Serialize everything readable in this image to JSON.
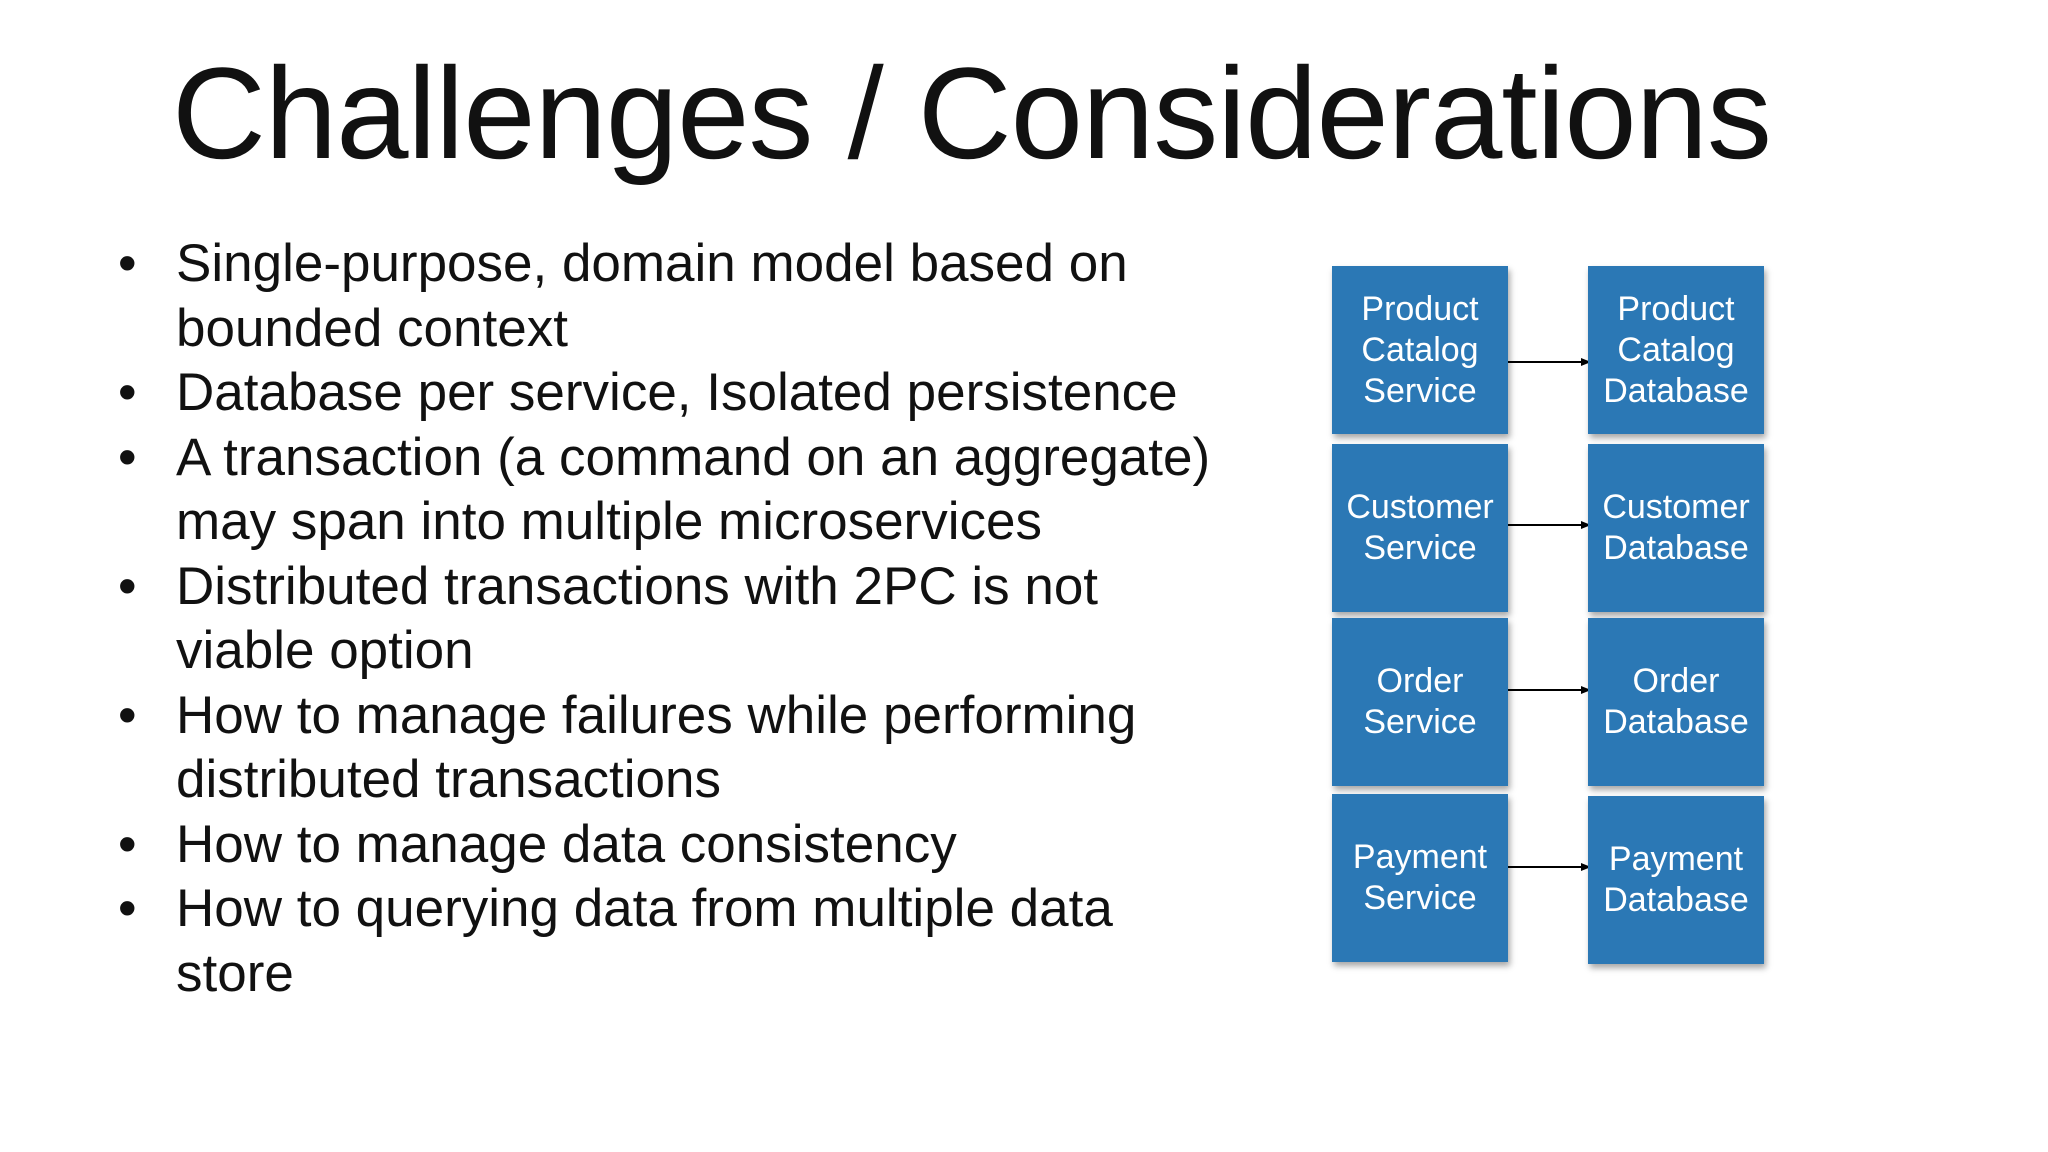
{
  "slide": {
    "title": "Challenges / Considerations",
    "bullet_symbol": "•",
    "bullets": [
      [
        "Single-purpose, domain model based on",
        "bounded context"
      ],
      [
        "Database per service, Isolated persistence"
      ],
      [
        "A transaction (a command on an aggregate)",
        "may span into multiple microservices"
      ],
      [
        "Distributed transactions with 2PC is not",
        "viable option"
      ],
      [
        "How to manage failures while performing",
        "distributed transactions"
      ],
      [
        "How to manage data consistency"
      ],
      [
        "How to querying data from multiple data",
        "store"
      ]
    ]
  },
  "diagram": {
    "box_color": "#2b78b5",
    "arrow_color": "#000000",
    "rows": [
      {
        "service": [
          "Product",
          "Catalog",
          "Service"
        ],
        "database": [
          "Product",
          "Catalog",
          "Database"
        ]
      },
      {
        "service": [
          "Customer",
          "Service"
        ],
        "database": [
          "Customer",
          "Database"
        ]
      },
      {
        "service": [
          "Order",
          "Service"
        ],
        "database": [
          "Order",
          "Database"
        ]
      },
      {
        "service": [
          "Payment",
          "Service"
        ],
        "database": [
          "Payment",
          "Database"
        ]
      }
    ]
  }
}
